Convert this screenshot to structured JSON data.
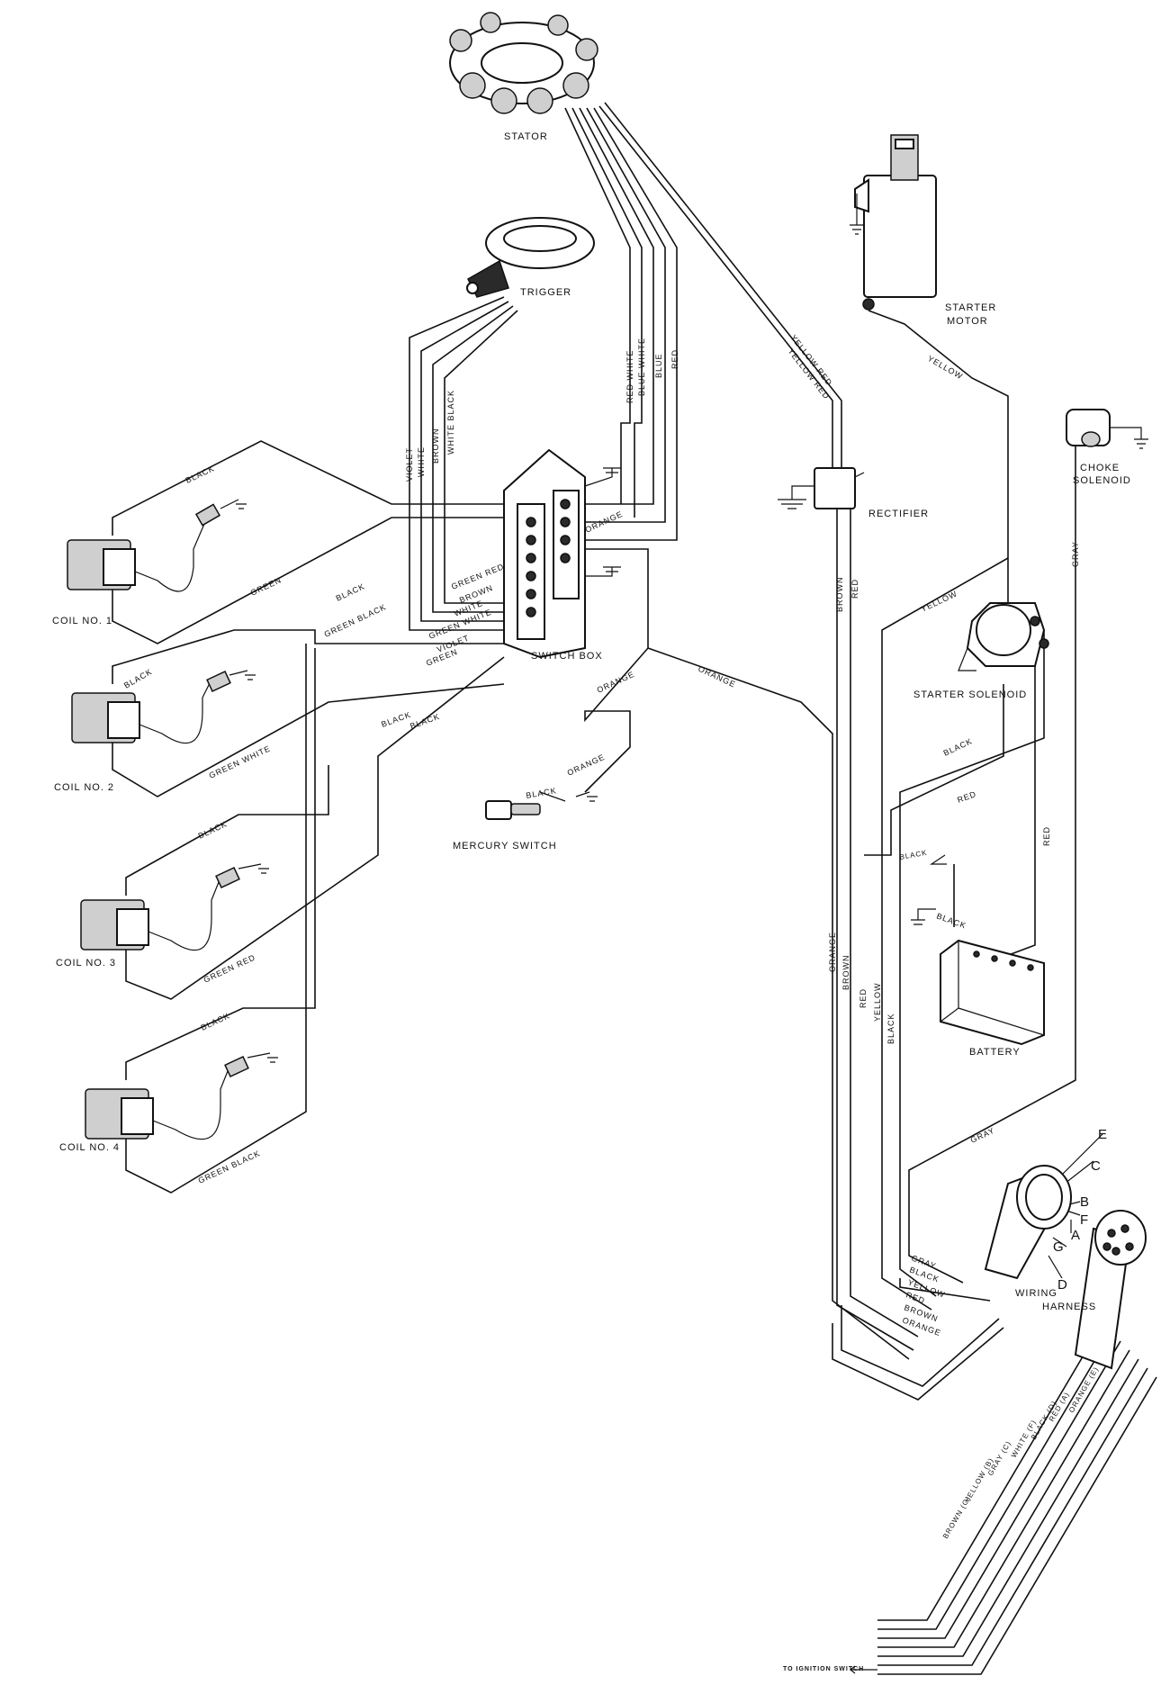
{
  "components": {
    "stator": "STATOR",
    "trigger": "TRIGGER",
    "starter_motor": [
      "STARTER",
      "MOTOR"
    ],
    "choke_solenoid": [
      "CHOKE",
      "SOLENOID"
    ],
    "rectifier": "RECTIFIER",
    "switch_box": "SWITCH BOX",
    "starter_solenoid": "STARTER SOLENOID",
    "mercury_switch": "MERCURY SWITCH",
    "battery": "BATTERY",
    "wiring_harness": [
      "WIRING",
      "HARNESS"
    ],
    "to_ignition_switch": "TO IGNITION SWITCH",
    "coils": [
      "COIL NO. 1",
      "COIL NO. 2",
      "COIL NO. 3",
      "COIL NO. 4"
    ]
  },
  "wire_labels": {
    "red_white": "RED WHITE",
    "blue_white": "BLUE WHITE",
    "blue": "BLUE",
    "red": "RED",
    "yellow_red_1": "YELLOW RED",
    "yellow_red_2": "YELLOW RED",
    "violet": "VIOLET",
    "white": "WHITE",
    "brown": "BROWN",
    "white_black": "WHITE BLACK",
    "orange_box": "ORANGE",
    "green_red_box": "GREEN RED",
    "brown_box": "BROWN",
    "white_box": "WHITE",
    "green_white_box": "GREEN WHITE",
    "violet_box": "VIOLET",
    "green_box": "GREEN",
    "black_top": "BLACK",
    "green_c1": "GREEN",
    "black_c1": "BLACK",
    "green_black_mid": "GREEN BLACK",
    "black_c2": "BLACK",
    "green_white_c2": "GREEN WHITE",
    "black_mid1": "BLACK",
    "black_mid2": "BLACK",
    "black_c3": "BLACK",
    "green_red_c3": "GREEN RED",
    "black_c4": "BLACK",
    "green_black_c4": "GREEN BLACK",
    "orange_a": "ORANGE",
    "orange_b": "ORANGE",
    "orange_c": "ORANGE",
    "black_merc": "BLACK",
    "yellow_starter": "YELLOW",
    "gray_choke": "GRAY",
    "brown_rect": "BROWN",
    "red_rect": "RED",
    "yellow_sol": "YELLOW",
    "black_sol": "BLACK",
    "red_sol": "RED",
    "black_gnd": "BLACK",
    "red_batt": "RED",
    "black_batt": "BLACK",
    "orange_bundle": "ORANGE",
    "brown_bundle": "BROWN",
    "red_bundle": "RED",
    "yellow_bundle": "YELLOW",
    "black_bundle": "BLACK",
    "gray_long": "GRAY",
    "harness_in": [
      "GRAY",
      "BLACK",
      "YELLOW",
      "RED",
      "BROWN",
      "ORANGE"
    ],
    "harness_out": [
      "BROWN (G)",
      "YELLOW (B)",
      "GRAY (C)",
      "WHITE (F)",
      "BLACK (D)",
      "RED (A)",
      "ORANGE (E)"
    ]
  },
  "plug_letters": [
    "E",
    "C",
    "B",
    "F",
    "A",
    "G",
    "D"
  ]
}
